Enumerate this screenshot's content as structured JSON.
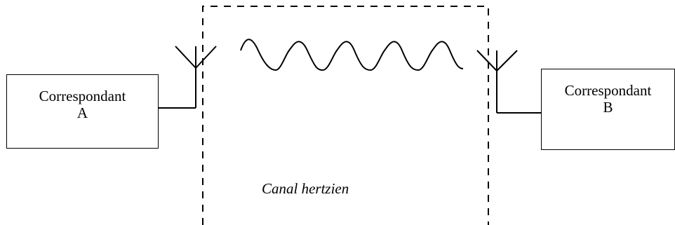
{
  "correspondent_a": {
    "line1": "Correspondant",
    "line2": "A"
  },
  "correspondent_b": {
    "line1": "Correspondant",
    "line2": "B"
  },
  "channel": {
    "label": "Canal hertzien"
  },
  "colors": {
    "stroke": "#000000",
    "background": "#ffffff"
  }
}
